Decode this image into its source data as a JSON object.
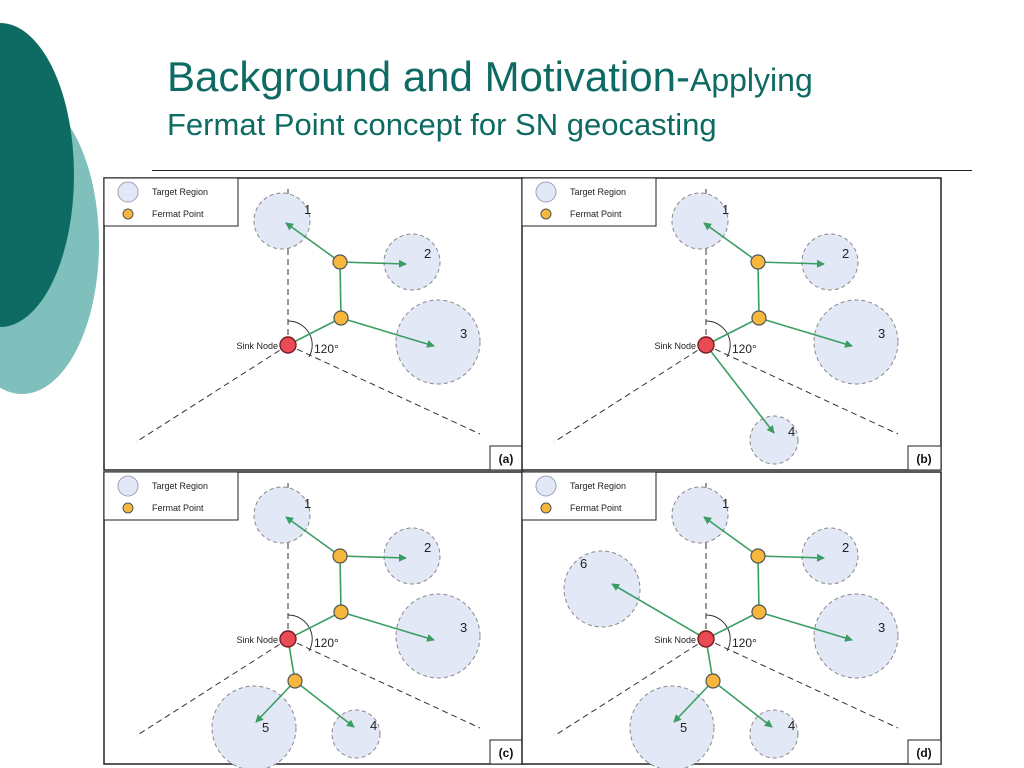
{
  "slide": {
    "title_main": "Background and Motivation-",
    "title_small": "Applying",
    "title_line2": "Fermat Point concept for SN geocasting",
    "accent_dark": "#0e6b63",
    "accent_light": "#7fbfbc"
  },
  "legend": {
    "target_region": "Target Region",
    "fermat_point": "Fermat Point"
  },
  "sink_label": "Sink Node",
  "angle_label": "120°",
  "colors": {
    "region_fill": "#e3e8f6",
    "fermat_fill": "#f6b73c",
    "sink_fill": "#e94b55",
    "arrow": "#3a9e63"
  },
  "panels": [
    {
      "tag": "(a)",
      "regions": [
        "1",
        "2",
        "3"
      ]
    },
    {
      "tag": "(b)",
      "regions": [
        "1",
        "2",
        "3",
        "4"
      ]
    },
    {
      "tag": "(c)",
      "regions": [
        "1",
        "2",
        "3",
        "4",
        "5"
      ]
    },
    {
      "tag": "(d)",
      "regions": [
        "1",
        "2",
        "3",
        "4",
        "5",
        "6"
      ]
    }
  ]
}
